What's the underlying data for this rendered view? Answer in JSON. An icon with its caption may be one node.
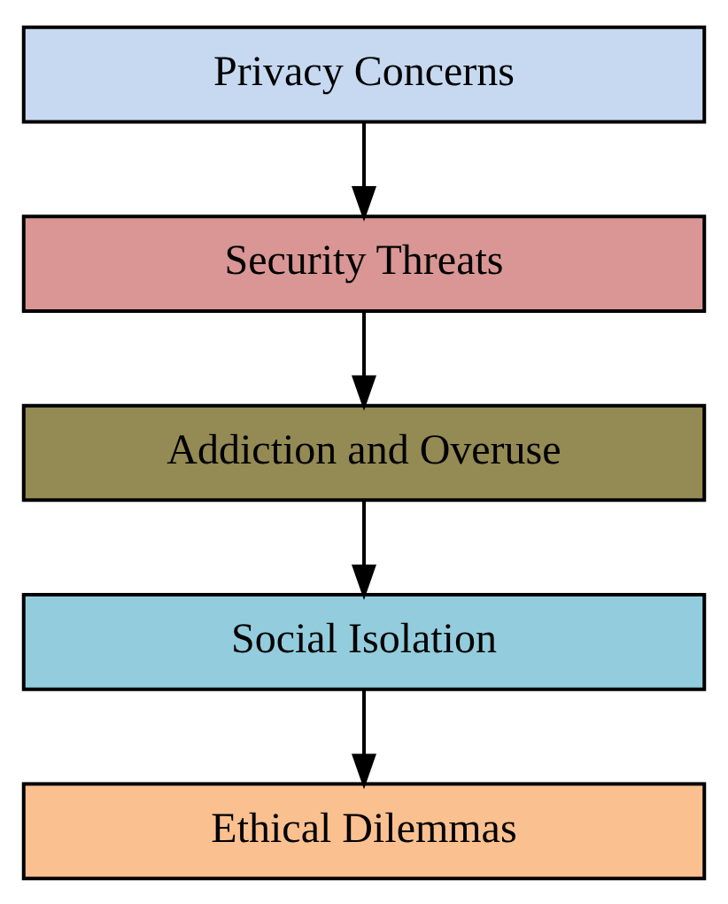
{
  "diagram": {
    "nodes": [
      {
        "text": [
          "Privacy Concerns"
        ]
      },
      {
        "text": [
          "Security Threats"
        ]
      },
      {
        "text": [
          "Addiction and Overuse"
        ]
      },
      {
        "text": [
          "Social Isolation"
        ]
      },
      {
        "text": [
          "Ethical Dilemmas"
        ]
      }
    ],
    "edges": [
      {
        "from": 0,
        "to": 1,
        "arrow": "to"
      },
      {
        "from": 1,
        "to": 2,
        "arrow": "to"
      },
      {
        "from": 2,
        "to": 3,
        "arrow": "to"
      },
      {
        "from": 3,
        "to": 4,
        "arrow": "to"
      }
    ]
  }
}
